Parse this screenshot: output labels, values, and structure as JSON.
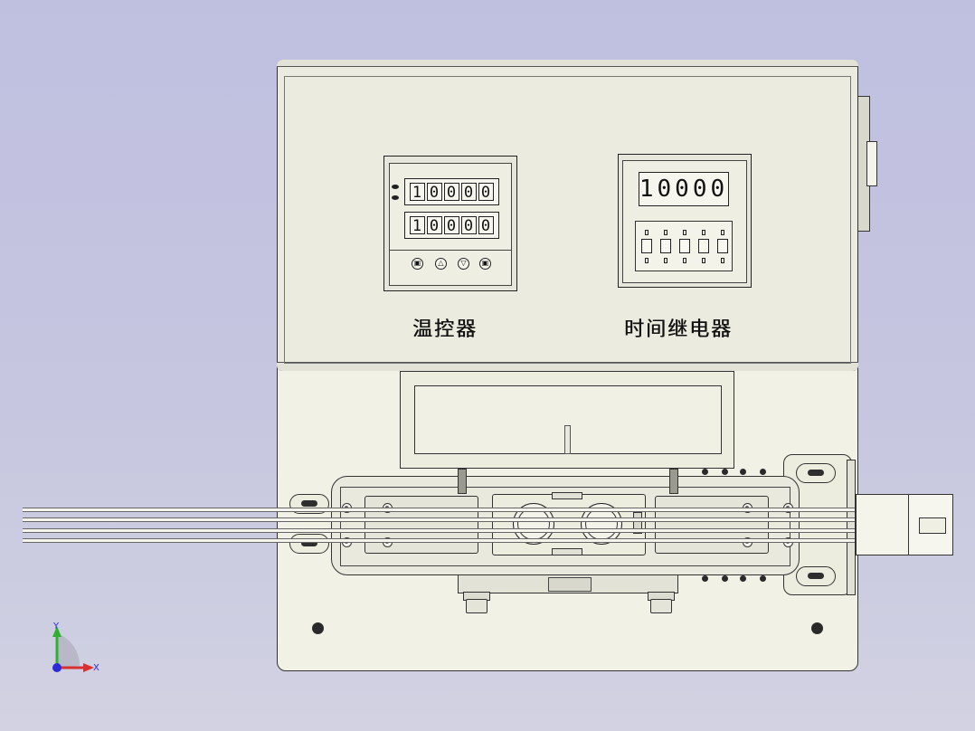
{
  "diagram": {
    "temperature_controller": {
      "label": "温控器",
      "display_top": "10000",
      "display_bottom": "10000",
      "buttons": [
        {
          "icon": "set-button-icon",
          "glyph": "▣"
        },
        {
          "icon": "up-button-icon",
          "glyph": "△"
        },
        {
          "icon": "down-button-icon",
          "glyph": "▽"
        },
        {
          "icon": "enter-button-icon",
          "glyph": "▣"
        }
      ]
    },
    "time_relay": {
      "label": "时间继电器",
      "display": "10000",
      "dip_switch_count": 5
    },
    "triad": {
      "x_label": "X",
      "y_label": "Y"
    },
    "colors": {
      "background": "#c4c4e0",
      "part_fill": "#ebebdf",
      "outline": "#333333",
      "triad_x": "#d83030",
      "triad_y": "#30b030",
      "triad_z": "#2b2bd8"
    }
  }
}
